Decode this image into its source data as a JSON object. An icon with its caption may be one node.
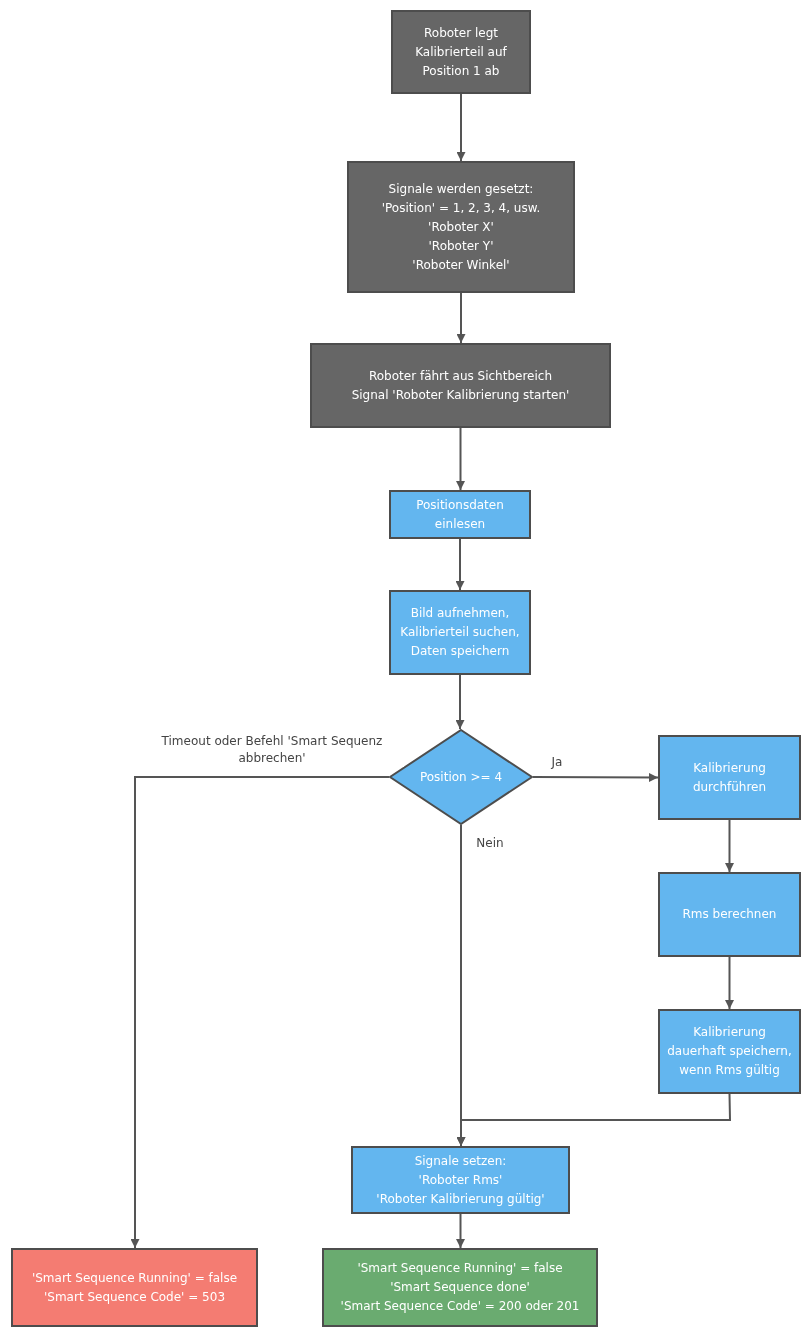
{
  "diagram": {
    "nodes": [
      {
        "text": [
          "Roboter legt Kalibrierteil auf Position 1 ab"
        ]
      },
      {
        "text": [
          "Signale werden gesetzt:",
          "'Position' = 1, 2, 3, 4, usw.",
          "'Roboter X'",
          "'Roboter Y'",
          "'Roboter Winkel'"
        ]
      },
      {
        "text": [
          "Roboter fährt aus Sichtbereich",
          "Signal 'Roboter Kalibrierung starten'"
        ]
      },
      {
        "text": [
          "Positionsdaten einlesen"
        ]
      },
      {
        "text": [
          "Bild aufnehmen, Kalibrierteil suchen, Daten speichern"
        ]
      },
      {
        "text": [
          "Position >= 4"
        ]
      },
      {
        "text": [
          "Kalibrierung durchführen"
        ]
      },
      {
        "text": [
          "Rms berechnen"
        ]
      },
      {
        "text": [
          "Kalibrierung dauerhaft speichern, wenn Rms gültig"
        ]
      },
      {
        "text": [
          "Signale setzen:",
          "'Roboter Rms'",
          "'Roboter Kalibrierung gültig'"
        ]
      },
      {
        "text": [
          "'Smart Sequence Running' = false",
          "'Smart Sequence Code' = 503"
        ]
      },
      {
        "text": [
          "'Smart Sequence Running' = false",
          "'Smart Sequence done'",
          "'Smart Sequence Code' = 200 oder 201"
        ]
      }
    ],
    "edges": [
      {
        "from": 0,
        "to": 1,
        "arrow": "to"
      },
      {
        "from": 1,
        "to": 2,
        "arrow": "to"
      },
      {
        "from": 2,
        "to": 3,
        "arrow": "to"
      },
      {
        "from": 3,
        "to": 4,
        "arrow": "to"
      },
      {
        "from": 4,
        "to": 5,
        "arrow": "to"
      },
      {
        "from": 5,
        "to": 6,
        "arrow": "to",
        "label": "Ja"
      },
      {
        "from": 6,
        "to": 7,
        "arrow": "to"
      },
      {
        "from": 7,
        "to": 8,
        "arrow": "to"
      },
      {
        "from": 8,
        "to": 9,
        "arrow": "to"
      },
      {
        "from": 5,
        "to": 9,
        "arrow": "to",
        "label": "Nein"
      },
      {
        "from": 5,
        "to": 10,
        "arrow": "to",
        "label": "Timeout oder Befehl 'Smart Sequenz abbrechen'"
      },
      {
        "from": 9,
        "to": 11,
        "arrow": "to"
      }
    ]
  }
}
